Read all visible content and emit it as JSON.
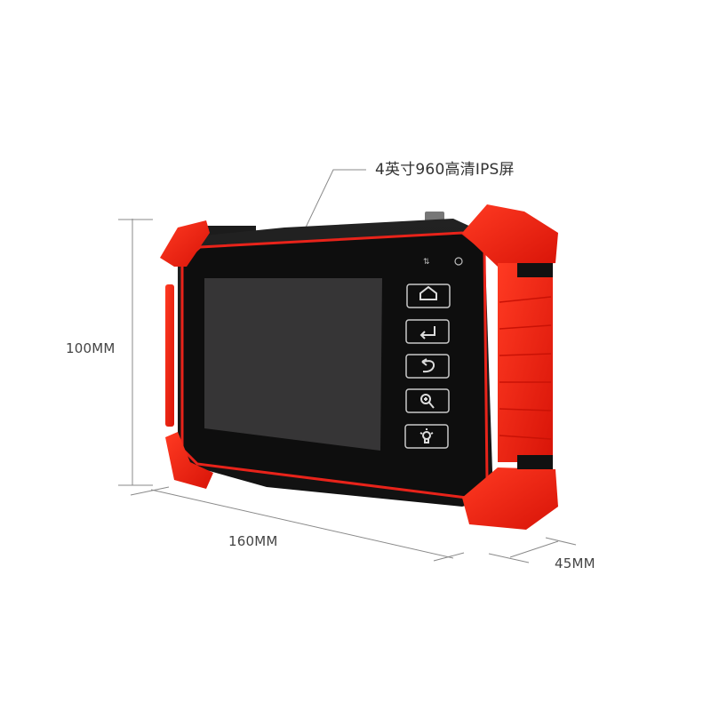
{
  "annotations": {
    "screen": "4英寸960高清IPS屏",
    "height": "100MM",
    "width": "160MM",
    "depth": "45MM"
  },
  "device": {
    "buttons": [
      {
        "icon": "home-icon"
      },
      {
        "icon": "enter-icon"
      },
      {
        "icon": "back-icon"
      },
      {
        "icon": "zoom-in-icon"
      },
      {
        "icon": "light-bulb-icon"
      }
    ],
    "indicators": [
      {
        "icon": "usb-icon"
      },
      {
        "icon": "power-icon"
      }
    ]
  },
  "colors": {
    "bumper": "#f01e0a",
    "body": "#1a1a1a",
    "screen": "#363536",
    "trim": "#e8231a",
    "line": "#8a8a8a"
  }
}
